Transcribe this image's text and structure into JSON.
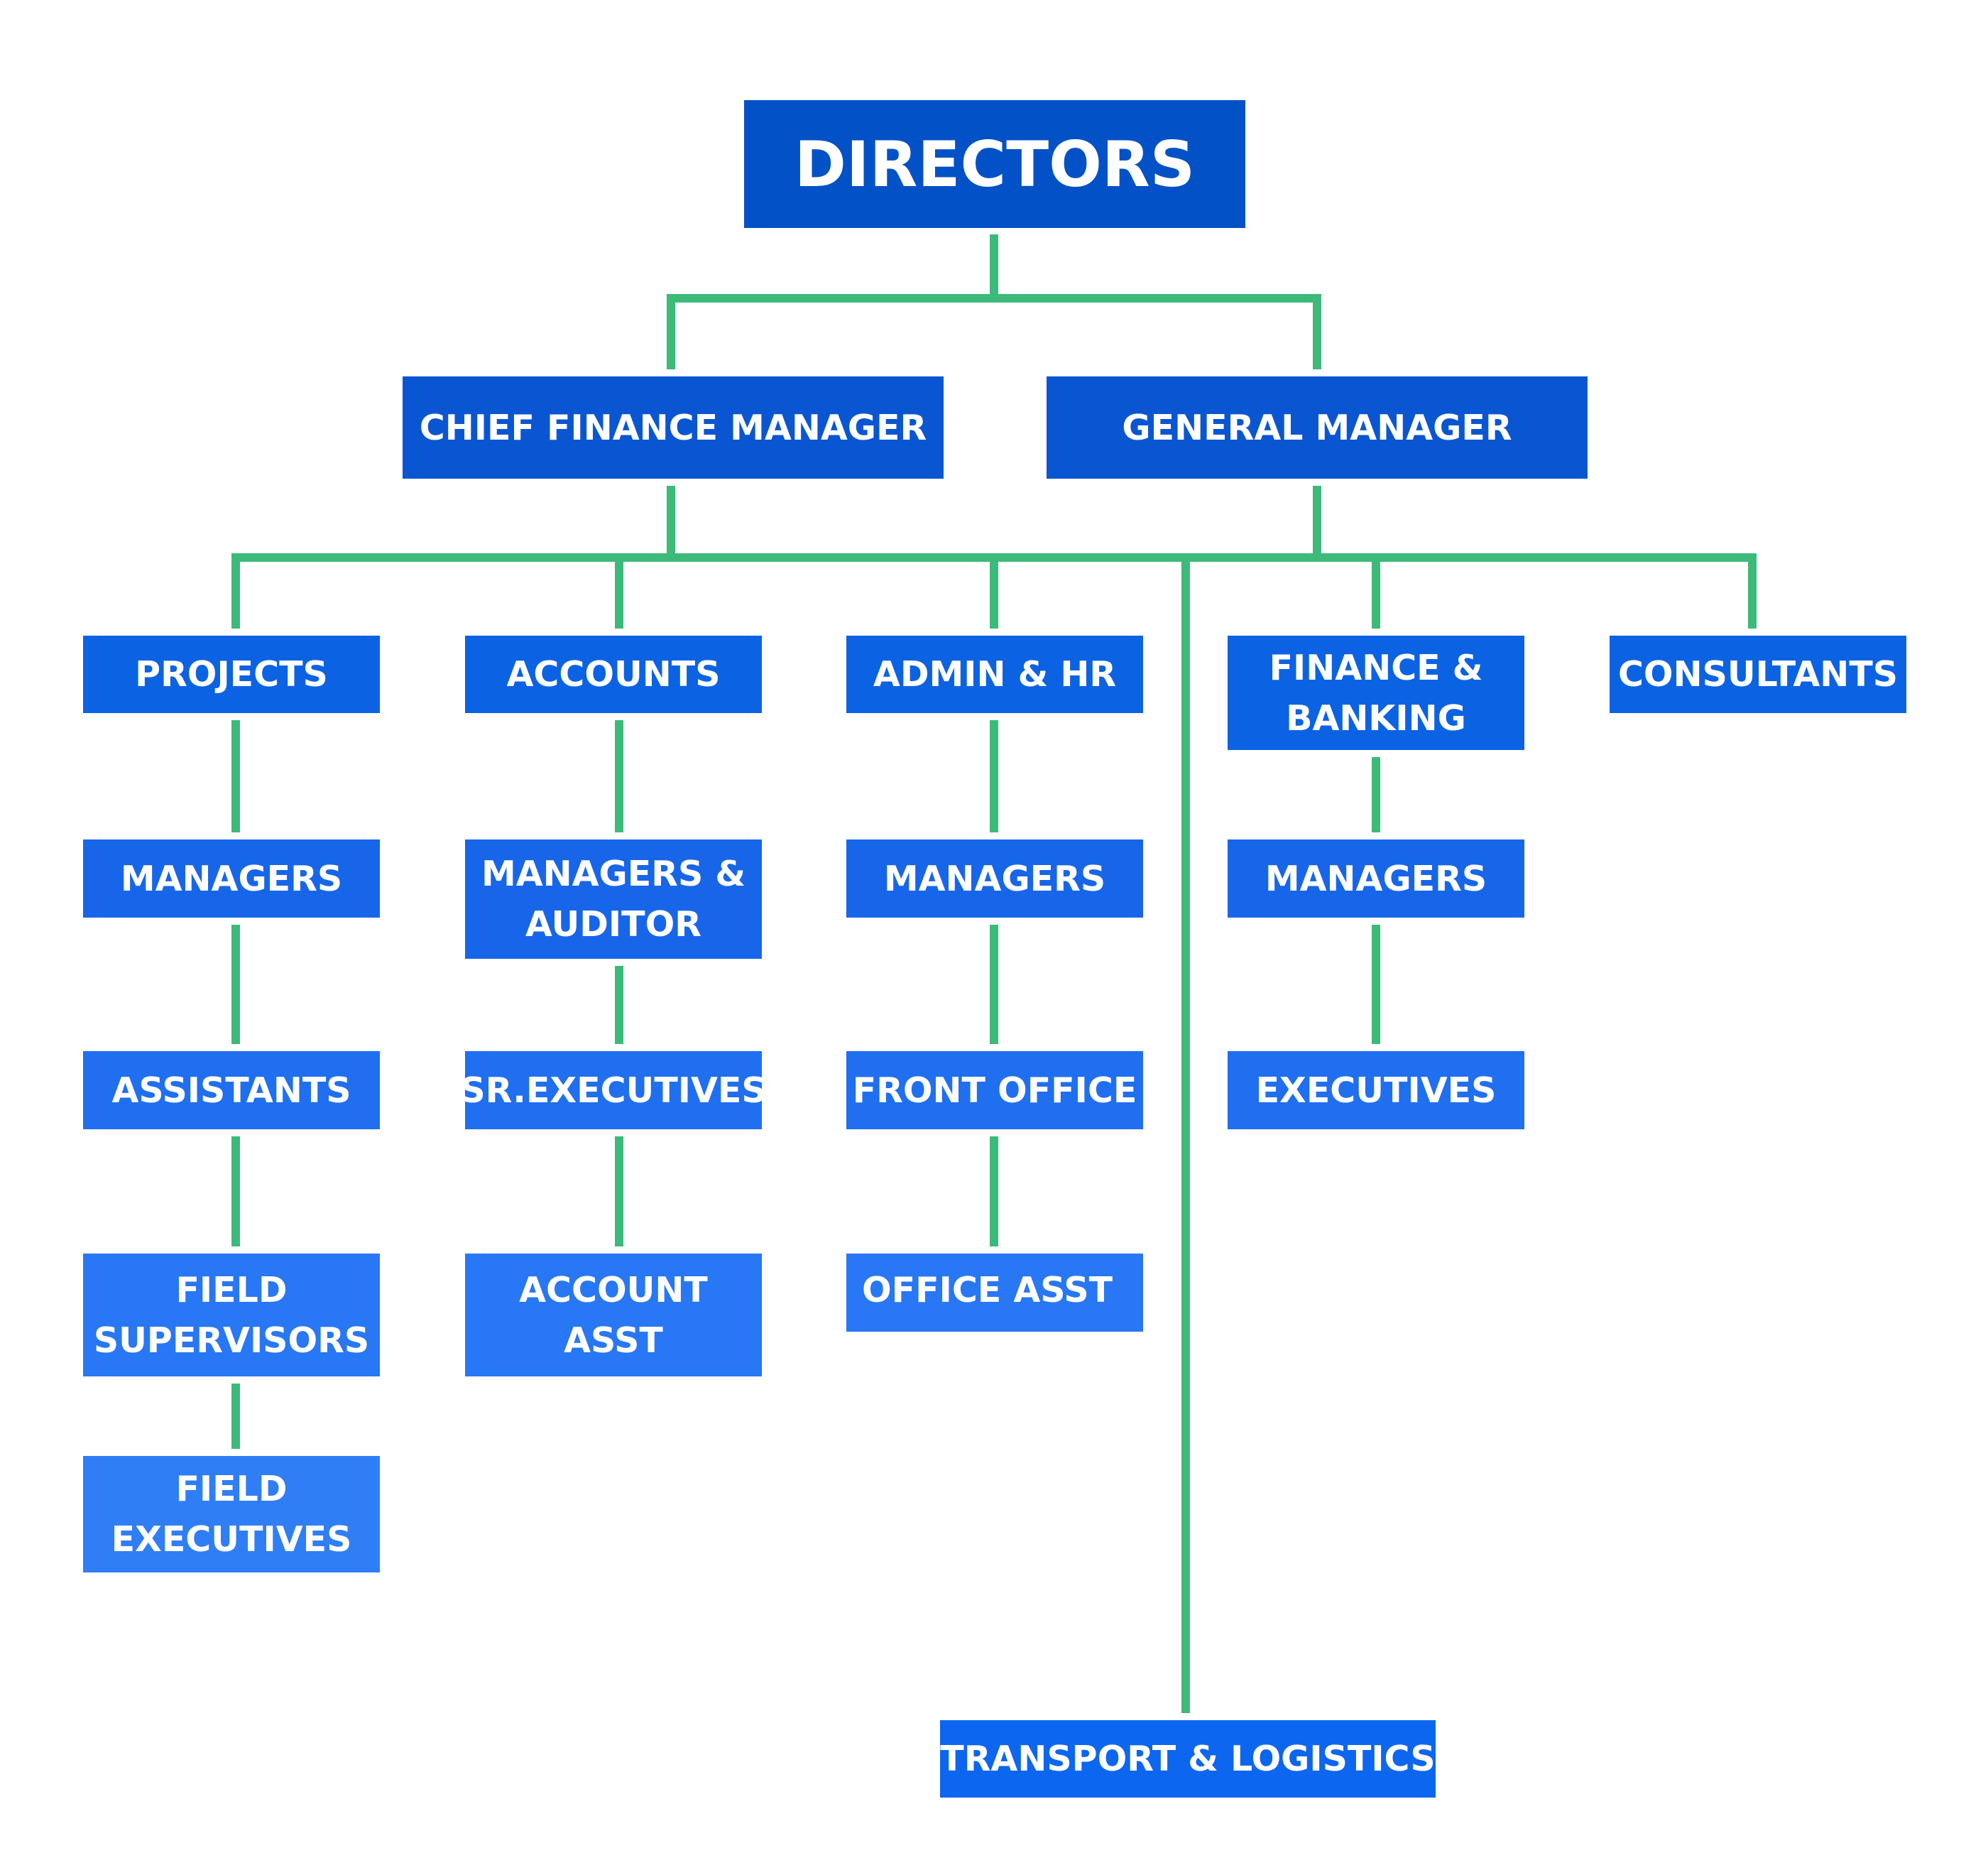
{
  "nodes": {
    "directors": "DIRECTORS",
    "chief_finance_manager": "CHIEF FINANCE MANAGER",
    "general_manager": "GENERAL MANAGER",
    "projects": "PROJECTS",
    "accounts": "ACCOUNTS",
    "admin_hr": "ADMIN & HR",
    "finance_banking": "FINANCE &\nBANKING",
    "consultants": "CONSULTANTS",
    "projects_managers": "MANAGERS",
    "accounts_managers_auditor": "MANAGERS &\nAUDITOR",
    "admin_managers": "MANAGERS",
    "finance_managers": "MANAGERS",
    "assistants": "ASSISTANTS",
    "sr_executives": "SR.EXECUTIVES",
    "front_office": "FRONT OFFICE",
    "executives": "EXECUTIVES",
    "field_supervisors": "FIELD\nSUPERVISORS",
    "account_asst": "ACCOUNT\nASST",
    "office_asst": "OFFICE ASST",
    "field_executives": "FIELD\nEXECUTIVES",
    "transport_logistics": "TRANSPORT & LOGISTICS"
  },
  "colors": {
    "connector": "#3dba79",
    "box_dark": "#0351c7",
    "box_light": "#2f7ef6",
    "text": "#ffffff"
  }
}
